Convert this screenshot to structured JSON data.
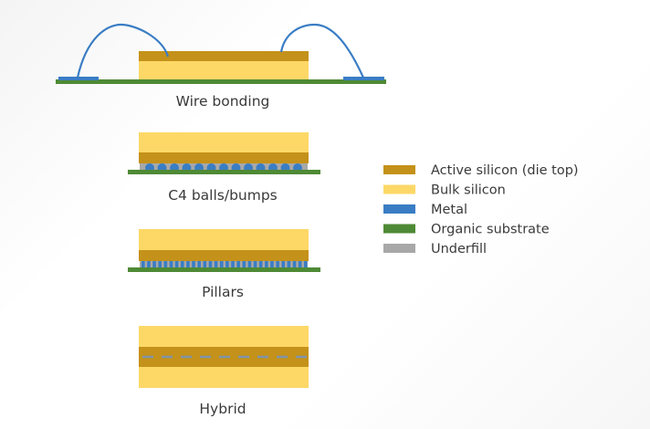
{
  "colors": {
    "active_silicon": "#c4921a",
    "bulk_silicon": "#fdd867",
    "metal": "#3a7dc4",
    "organic_substrate": "#4e8a35",
    "underfill": "#a8a8a8",
    "hybrid_bond_line": "#7f94a8"
  },
  "diagrams": [
    {
      "id": "wire-bonding",
      "label": "Wire bonding"
    },
    {
      "id": "c4",
      "label": "C4 balls/bumps",
      "bump_count": 13
    },
    {
      "id": "pillars",
      "label": "Pillars",
      "pillar_count": 30
    },
    {
      "id": "hybrid",
      "label": "Hybrid"
    }
  ],
  "legend": [
    {
      "key": "active_silicon",
      "label": "Active silicon (die top)"
    },
    {
      "key": "bulk_silicon",
      "label": "Bulk silicon"
    },
    {
      "key": "metal",
      "label": "Metal"
    },
    {
      "key": "organic_substrate",
      "label": "Organic substrate"
    },
    {
      "key": "underfill",
      "label": "Underfill"
    }
  ]
}
